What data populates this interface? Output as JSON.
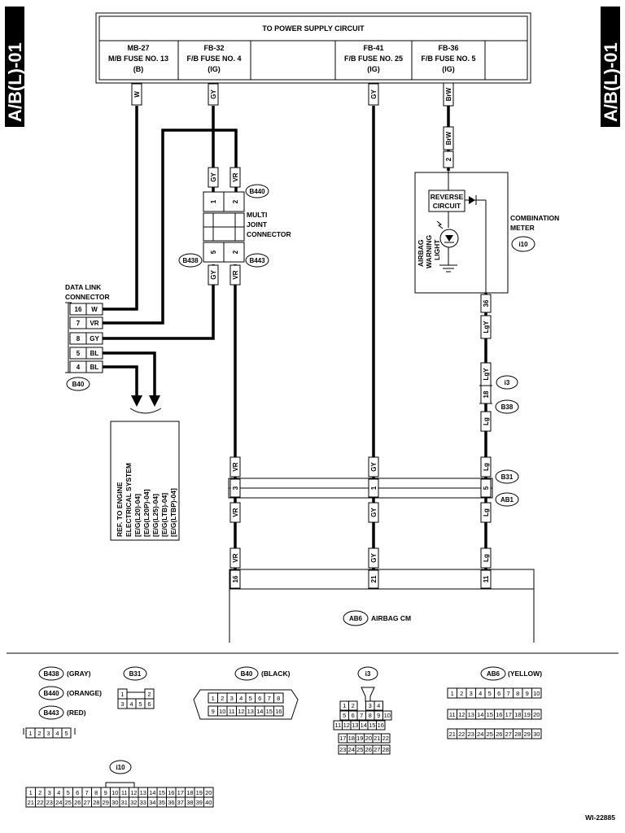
{
  "tabs": {
    "left": "A/B(L)-01",
    "right": "A/B(L)-01"
  },
  "power": {
    "title": "TO POWER SUPPLY CIRCUIT",
    "fuses": [
      {
        "l1": "MB-27",
        "l2": "M/B FUSE NO. 13",
        "l3": "(B)"
      },
      {
        "l1": "FB-32",
        "l2": "F/B FUSE NO. 4",
        "l3": "(IG)"
      },
      {
        "l1": "FB-41",
        "l2": "F/B FUSE NO. 25",
        "l3": "(IG)"
      },
      {
        "l1": "FB-36",
        "l2": "F/B FUSE NO. 5",
        "l3": "(IG)"
      }
    ]
  },
  "wires": {
    "w": "W",
    "gy": "GY",
    "vr": "VR",
    "bl": "BL",
    "brw": "BrW",
    "lgy": "LgY",
    "lg": "Lg"
  },
  "pins": {
    "p1": "1",
    "p2": "2",
    "p3": "3",
    "p4": "4",
    "p5": "5",
    "p7": "7",
    "p8": "8",
    "p11": "11",
    "p16": "16",
    "p18": "18",
    "p21": "21",
    "p36": "36"
  },
  "connectors": {
    "b440": "B440",
    "b438": "B438",
    "b443": "B443",
    "b40": "B40",
    "i10": "i10",
    "i3": "i3",
    "b38": "B38",
    "b31": "B31",
    "ab1": "AB1",
    "ab6": "AB6"
  },
  "multi_joint": {
    "l1": "MULTI",
    "l2": "JOINT",
    "l3": "CONNECTOR"
  },
  "data_link": {
    "l1": "DATA LINK",
    "l2": "CONNECTOR"
  },
  "meter": {
    "l1": "COMBINATION",
    "l2": "METER",
    "reverse1": "REVERSE",
    "reverse2": "CIRCUIT",
    "light1": "AIRBAG",
    "light2": "WARNING",
    "light3": "LIGHT"
  },
  "ref_box": [
    "REF. TO ENGINE",
    "ELECTRICAL SYSTEM",
    "[E/G(L20)-04]",
    "[E/G(L20P)-04]",
    "[E/G(L25)-04]",
    "[E/G(LTB)-04]",
    "[E/G(LTBP)-04]"
  ],
  "airbag_cm": "AIRBAG CM",
  "legend": {
    "b438_color": "(GRAY)",
    "b440_color": "(ORANGE)",
    "b443_color": "(RED)",
    "b40_color": "(BLACK)",
    "ab6_color": "(YELLOW)"
  },
  "grids": {
    "g1_5": [
      "1",
      "2",
      "3",
      "4",
      "5"
    ],
    "b31_top": [
      "1",
      "2"
    ],
    "b31_bot": [
      "3",
      "4",
      "5",
      "6"
    ],
    "b40_top": [
      "1",
      "2",
      "3",
      "4",
      "5",
      "6",
      "7",
      "8"
    ],
    "b40_bot": [
      "9",
      "10",
      "11",
      "12",
      "13",
      "14",
      "15",
      "16"
    ],
    "i3_r1": [
      "1",
      "2",
      "3",
      "4"
    ],
    "i3_r2": [
      "5",
      "6",
      "7",
      "8",
      "9",
      "10"
    ],
    "i3_r3": [
      "11",
      "12",
      "13",
      "14",
      "15",
      "16"
    ],
    "i3_r4": [
      "17",
      "18",
      "19",
      "20",
      "21",
      "22"
    ],
    "i3_r5": [
      "23",
      "24",
      "25",
      "26",
      "27",
      "28"
    ],
    "ab6_r1": [
      "1",
      "2",
      "3",
      "4",
      "5",
      "6",
      "7",
      "8",
      "9",
      "10"
    ],
    "ab6_r2": [
      "11",
      "12",
      "13",
      "14",
      "15",
      "16",
      "17",
      "18",
      "19",
      "20"
    ],
    "ab6_r3": [
      "21",
      "22",
      "23",
      "24",
      "25",
      "26",
      "27",
      "28",
      "29",
      "30"
    ],
    "i10_r1": [
      "1",
      "2",
      "3",
      "4",
      "5",
      "6",
      "7",
      "8",
      "9",
      "10",
      "11",
      "12",
      "13",
      "14",
      "15",
      "16",
      "17",
      "18",
      "19",
      "20"
    ],
    "i10_r2": [
      "21",
      "22",
      "23",
      "24",
      "25",
      "26",
      "27",
      "28",
      "29",
      "30",
      "31",
      "32",
      "33",
      "34",
      "35",
      "36",
      "37",
      "38",
      "39",
      "40"
    ]
  },
  "diagram_id": "WI-22885"
}
